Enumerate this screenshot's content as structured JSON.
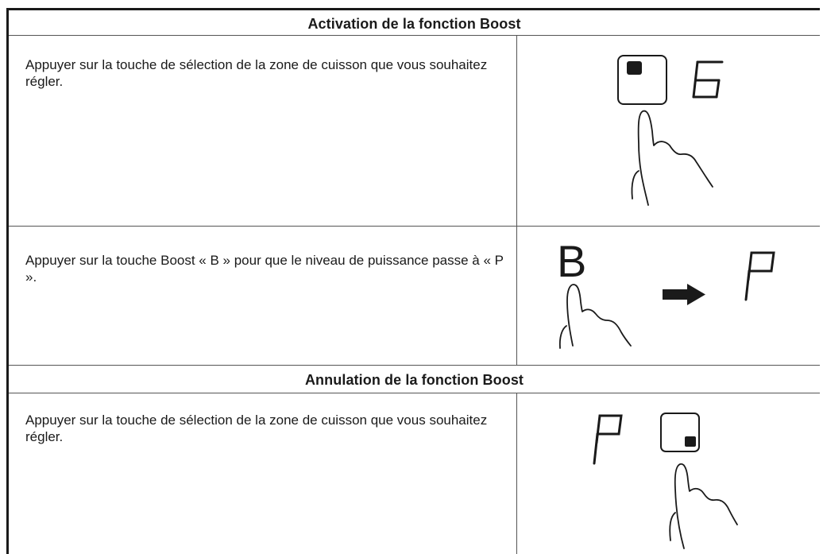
{
  "sections": [
    {
      "header": "Activation de la fonction Boost",
      "steps": [
        {
          "instruction": "Appuyer sur la touche de sélection de la zone de cuisson que vous souhaitez régler.",
          "illustration": {
            "icon": "zone-select-key-icon",
            "display_value": "6"
          }
        },
        {
          "instruction": "Appuyer sur la touche Boost « B » pour que le niveau de puissance passe à « P ».",
          "illustration": {
            "key_label": "B",
            "icon": "arrow-right-icon",
            "display_value": "P"
          }
        }
      ]
    },
    {
      "header": "Annulation de la fonction Boost",
      "steps": [
        {
          "instruction": "Appuyer sur la touche de sélection de la zone de cuisson que vous souhaitez régler.",
          "illustration": {
            "display_value": "P",
            "icon": "zone-select-key-icon"
          }
        }
      ]
    }
  ]
}
